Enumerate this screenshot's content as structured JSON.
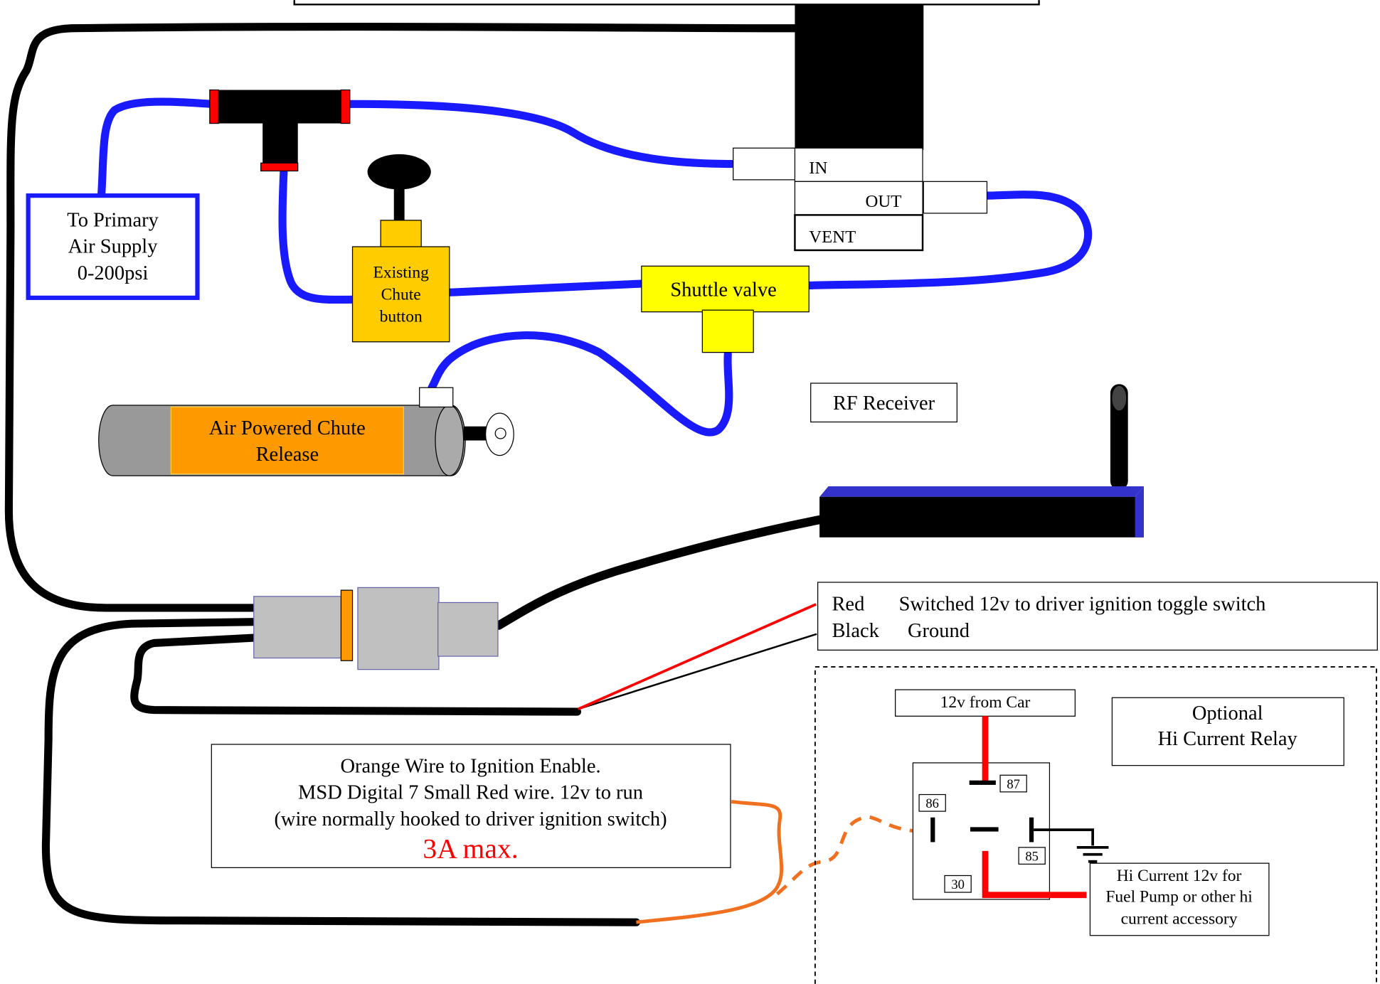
{
  "labels": {
    "primary_air_line1": "To Primary",
    "primary_air_line2": "Air Supply",
    "primary_air_line3": "0-200psi",
    "chute_button_line1": "Existing",
    "chute_button_line2": "Chute",
    "chute_button_line3": "button",
    "shuttle_valve": "Shuttle valve",
    "chute_release_line1": "Air Powered Chute",
    "chute_release_line2": "Release",
    "port_in": "IN",
    "port_out": "OUT",
    "port_vent": "VENT",
    "rf_receiver": "RF Receiver",
    "wire_red": "Red",
    "wire_red_desc": "Switched 12v to driver ignition toggle switch",
    "wire_black": "Black",
    "wire_black_desc": "Ground",
    "orange_line1": "Orange Wire to Ignition Enable.",
    "orange_line2": "MSD Digital 7 Small Red wire.  12v to run",
    "orange_line3": "(wire normally hooked to driver ignition switch)",
    "orange_max": "3A max.",
    "relay_12v_from_car": "12v from Car",
    "relay_optional_line1": "Optional",
    "relay_optional_line2": "Hi Current Relay",
    "pin_87": "87",
    "pin_86": "86",
    "pin_85": "85",
    "pin_30": "30",
    "hi_current_line1": "Hi Current 12v for",
    "hi_current_line2": "Fuel Pump or other hi",
    "hi_current_line3": "current accessory"
  },
  "colors": {
    "air_hose": "#1a1aff",
    "wire_black": "#000000",
    "wire_red": "#ff0000",
    "wire_orange": "#f07020",
    "button_fill": "#ffcc00",
    "shuttle_fill": "#ffff00",
    "chute_fill": "#ff9900",
    "cylinder_fill": "#999999",
    "connector_fill": "#c0c0c0",
    "receiver_blue": "#3333cc",
    "max_text": "#ff0000"
  },
  "icons": {
    "antenna": "antenna-icon",
    "ground": "ground-icon"
  }
}
